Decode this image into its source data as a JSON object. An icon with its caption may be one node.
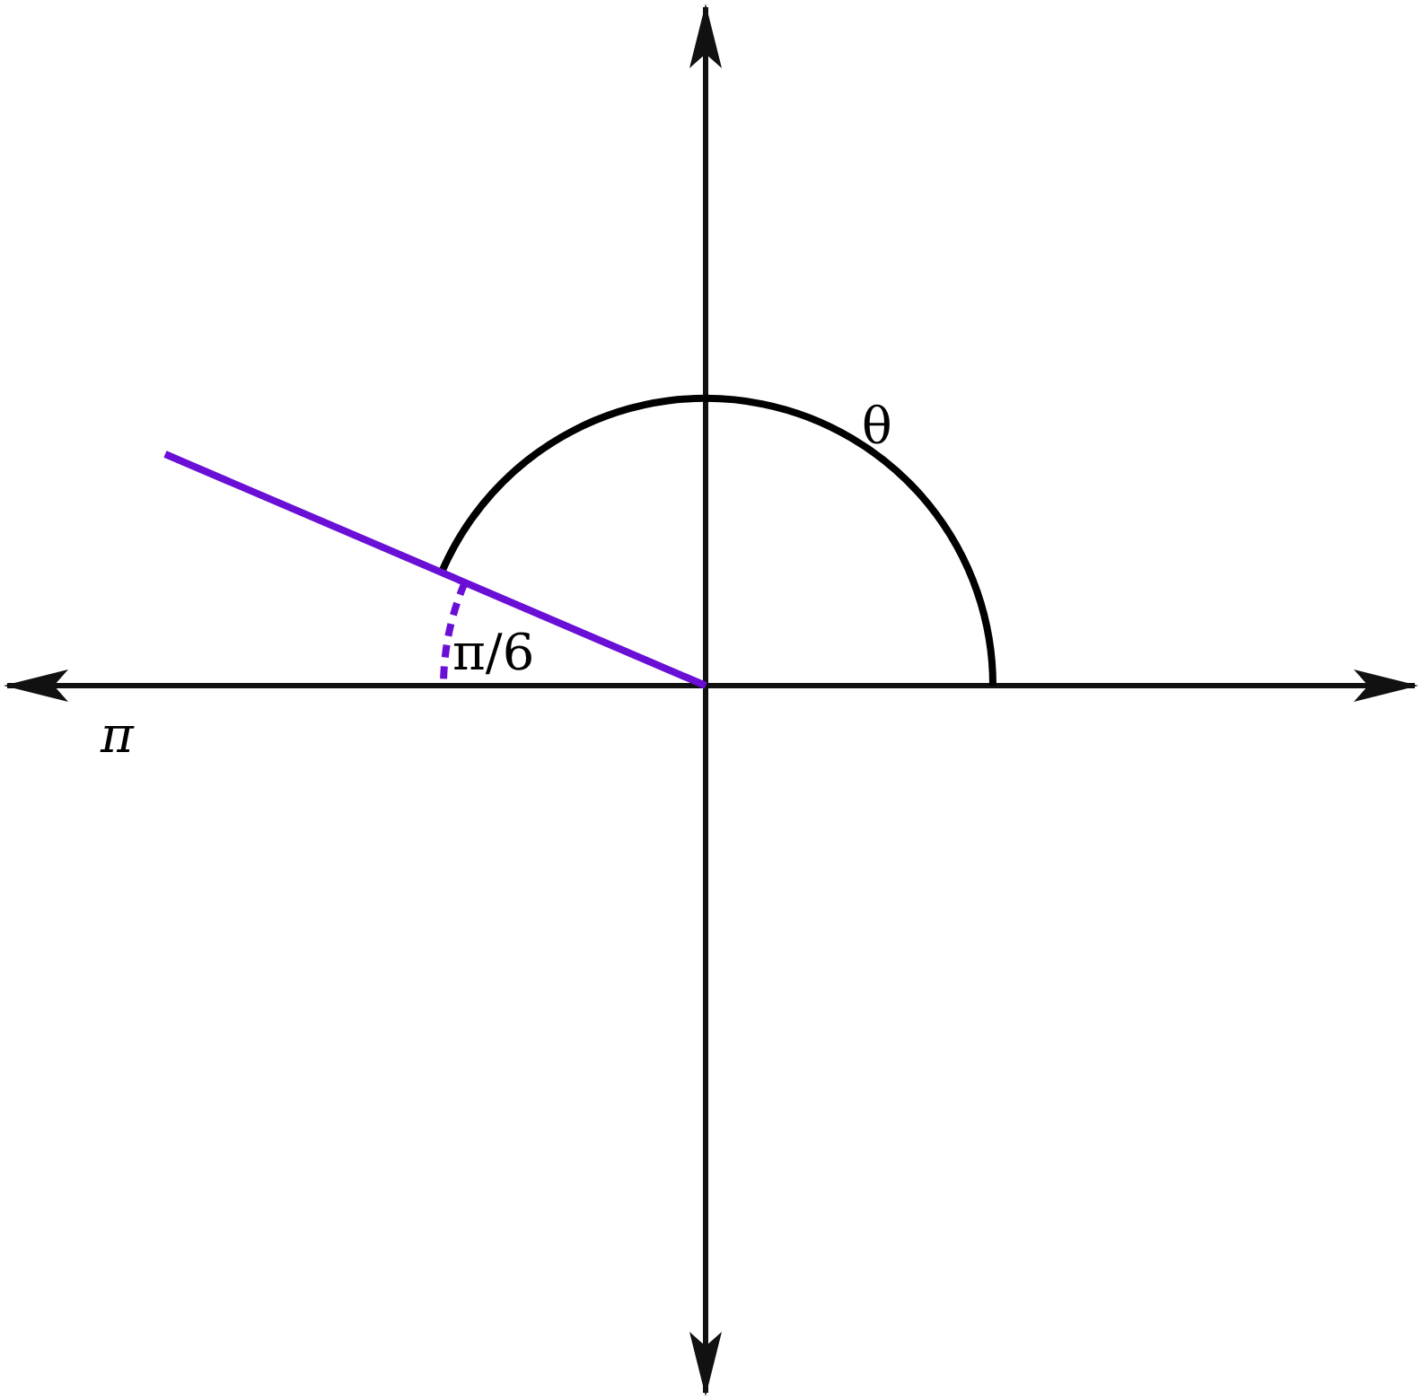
{
  "diagram": {
    "labels": [
      "θ",
      "π/6",
      "π"
    ]
  }
}
